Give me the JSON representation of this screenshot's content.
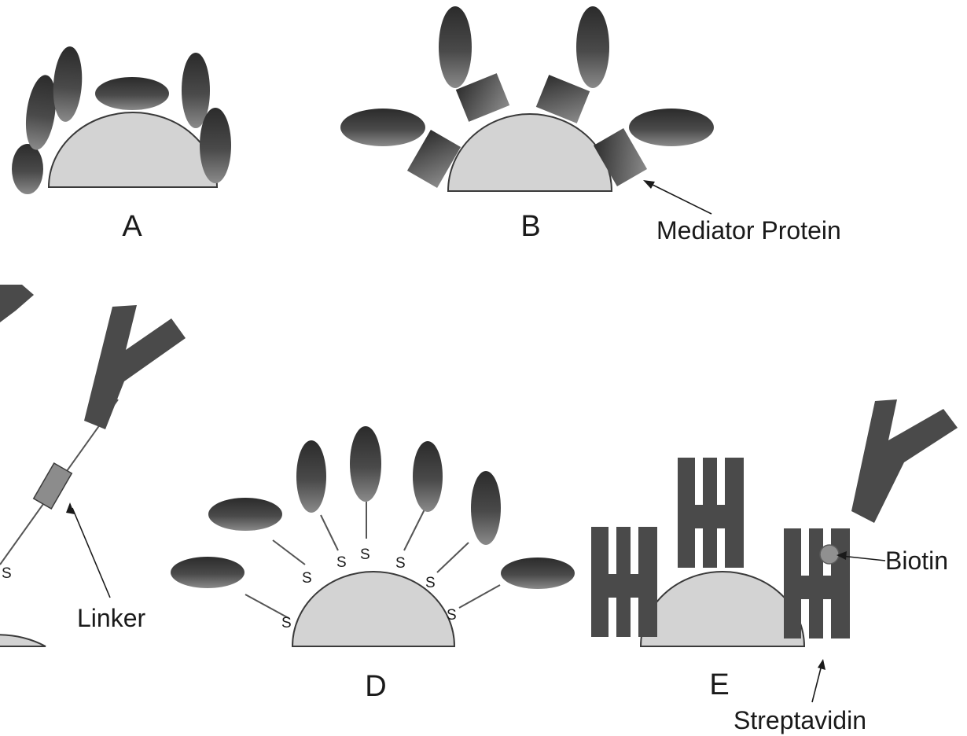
{
  "panels": {
    "a": {
      "label": "A"
    },
    "b": {
      "label": "B"
    },
    "d": {
      "label": "D"
    },
    "e": {
      "label": "E"
    }
  },
  "callouts": {
    "mediator": "Mediator Protein",
    "linker": "Linker",
    "biotin": "Biotin",
    "streptavidin": "Streptavidin"
  },
  "thiol_label": "S",
  "colors": {
    "bead_fill": "#d3d3d3",
    "protein_dark": "#2b2b2b",
    "protein_light": "#8a8a8a",
    "streptavidin_fill": "#4a4a4a",
    "linker_fill": "#8c8c8c",
    "biotin_fill": "#909090"
  }
}
